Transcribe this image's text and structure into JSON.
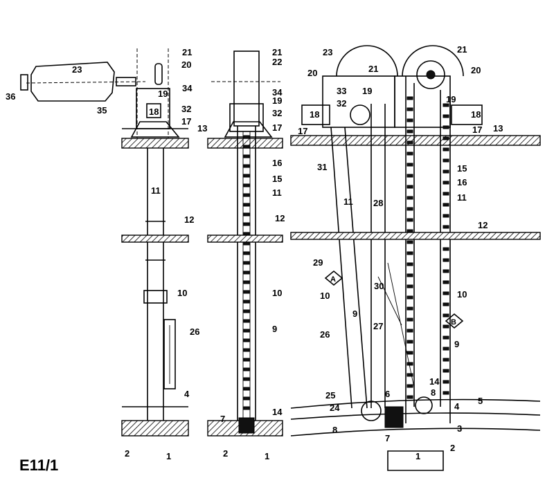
{
  "figure_label": "E11/1",
  "callouts": {
    "c1": "1",
    "c2": "2",
    "c3": "3",
    "c4": "4",
    "c5": "5",
    "c6": "6",
    "c7": "7",
    "c8": "8",
    "c9": "9",
    "c10": "10",
    "c11": "11",
    "c12": "12",
    "c13": "13",
    "c14": "14",
    "c15": "15",
    "c16": "16",
    "c17": "17",
    "c18": "18",
    "c19": "19",
    "c20": "20",
    "c21": "21",
    "c22": "22",
    "c23": "23",
    "c24": "24",
    "c25": "25",
    "c26": "26",
    "c27": "27",
    "c28": "28",
    "c29": "29",
    "c30": "30",
    "c31": "31",
    "c32": "32",
    "c33": "33",
    "c34": "34",
    "c35": "35",
    "c36": "36"
  },
  "section_marks": {
    "a": "A",
    "b": "B"
  }
}
